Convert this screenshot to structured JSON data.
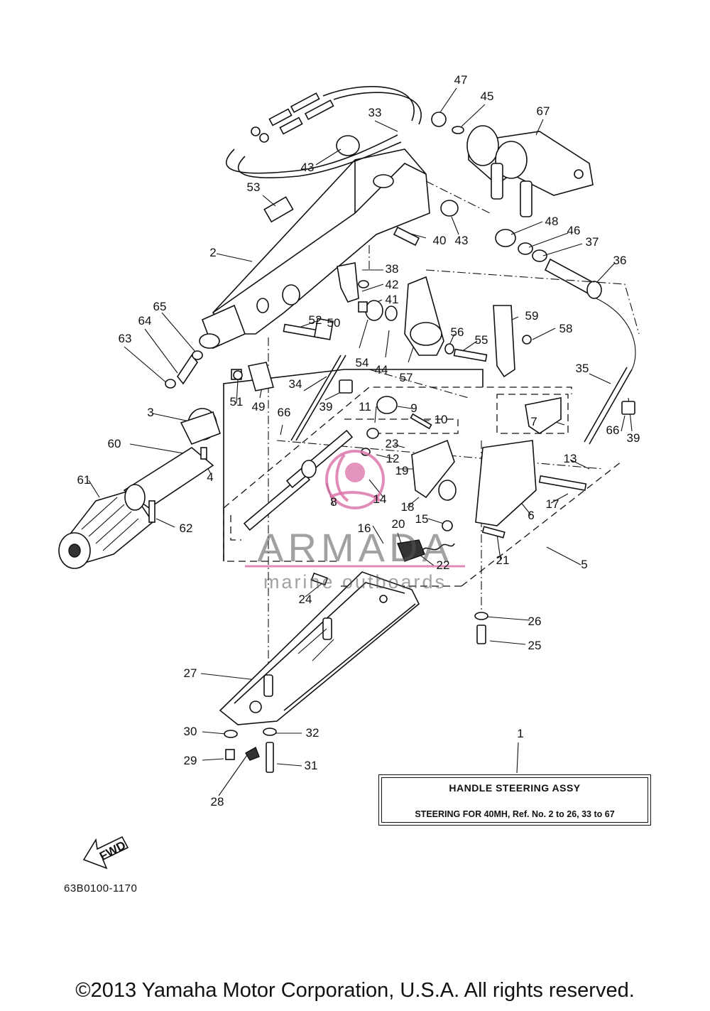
{
  "diagram": {
    "part_numbers": [
      "1",
      "2",
      "3",
      "4",
      "5",
      "6",
      "7",
      "8",
      "9",
      "10",
      "11",
      "12",
      "13",
      "14",
      "15",
      "16",
      "17",
      "18",
      "19",
      "20",
      "21",
      "22",
      "23",
      "24",
      "25",
      "26",
      "27",
      "28",
      "29",
      "30",
      "31",
      "32",
      "33",
      "34",
      "35",
      "36",
      "37",
      "38",
      "39",
      "39",
      "40",
      "41",
      "42",
      "43",
      "43",
      "44",
      "45",
      "46",
      "47",
      "48",
      "49",
      "50",
      "51",
      "52",
      "53",
      "54",
      "55",
      "56",
      "57",
      "58",
      "59",
      "60",
      "61",
      "62",
      "63",
      "64",
      "65",
      "66",
      "66",
      "67"
    ],
    "fwd_label": "FWD",
    "diagram_code": "63B0100-1170"
  },
  "info_box": {
    "title": "HANDLE STEERING ASSY",
    "subtitle": "STEERING FOR 40MH, Ref. No. 2 to 26, 33 to 67"
  },
  "watermark": {
    "brand": "ARMADA",
    "tagline": "marine outboards",
    "accent_color": "#d96fa6"
  },
  "footer": {
    "copyright": "©2013 Yamaha Motor Corporation, U.S.A. All rights reserved."
  }
}
